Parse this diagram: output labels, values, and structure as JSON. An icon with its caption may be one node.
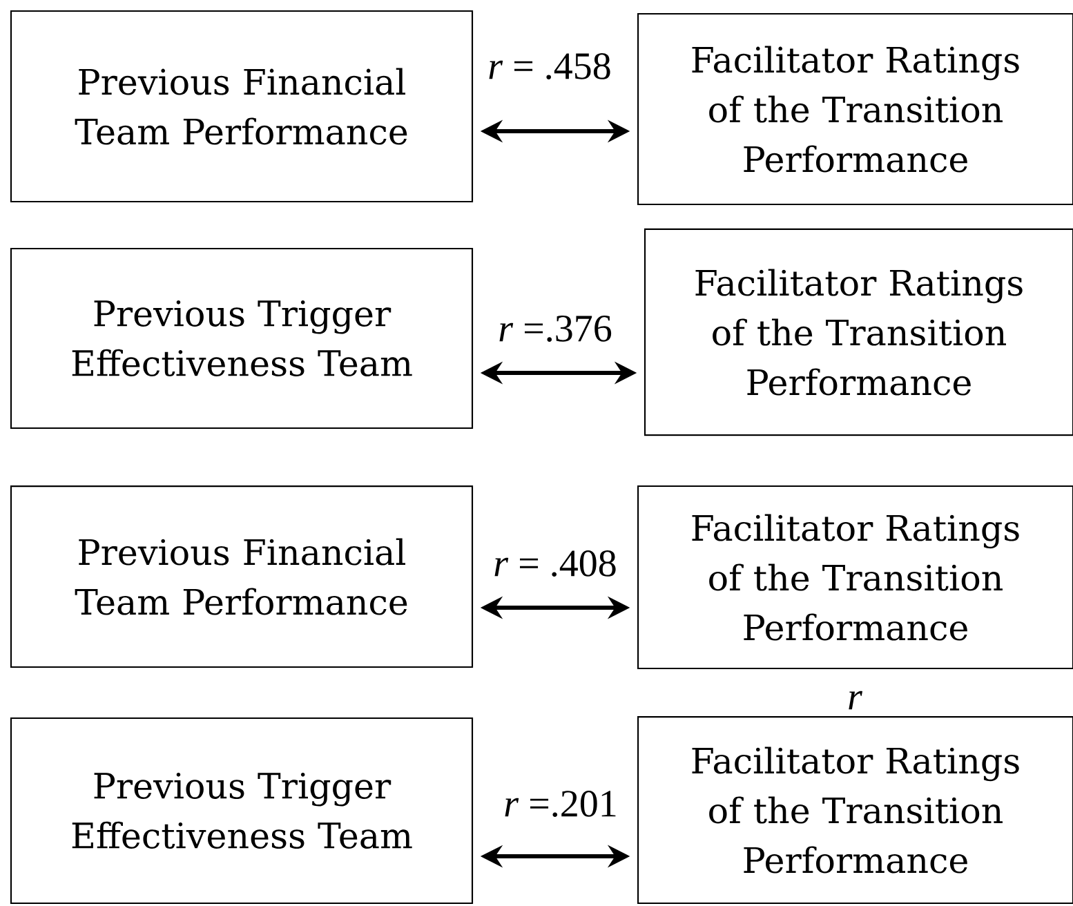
{
  "diagram": {
    "nodes": [
      {
        "text": [
          "Previous Financial Team Performance"
        ]
      },
      {
        "text": [
          "Facilitator Ratings of the Transition Performance"
        ]
      },
      {
        "text": [
          "Previous Trigger Effectiveness Team"
        ]
      },
      {
        "text": [
          "Facilitator Ratings of the Transition Performance"
        ]
      },
      {
        "text": [
          "Previous Financial Team Performance"
        ]
      },
      {
        "text": [
          "Facilitator Ratings of the Transition Performance"
        ]
      },
      {
        "text": [
          "Previous Trigger Effectiveness Team"
        ]
      },
      {
        "text": [
          "Facilitator Ratings of the Transition Performance"
        ]
      }
    ],
    "edges": [
      {
        "from": 0,
        "to": 1,
        "arrow": "both",
        "label": "*r* = .458"
      },
      {
        "from": 2,
        "to": 3,
        "arrow": "both",
        "label": "*r* =.376"
      },
      {
        "from": 4,
        "to": 5,
        "arrow": "both",
        "label": "*r* = .408"
      },
      {
        "from": 6,
        "to": 7,
        "arrow": "both",
        "label": "*r* =.201"
      }
    ],
    "labels": [
      "*r*"
    ]
  }
}
